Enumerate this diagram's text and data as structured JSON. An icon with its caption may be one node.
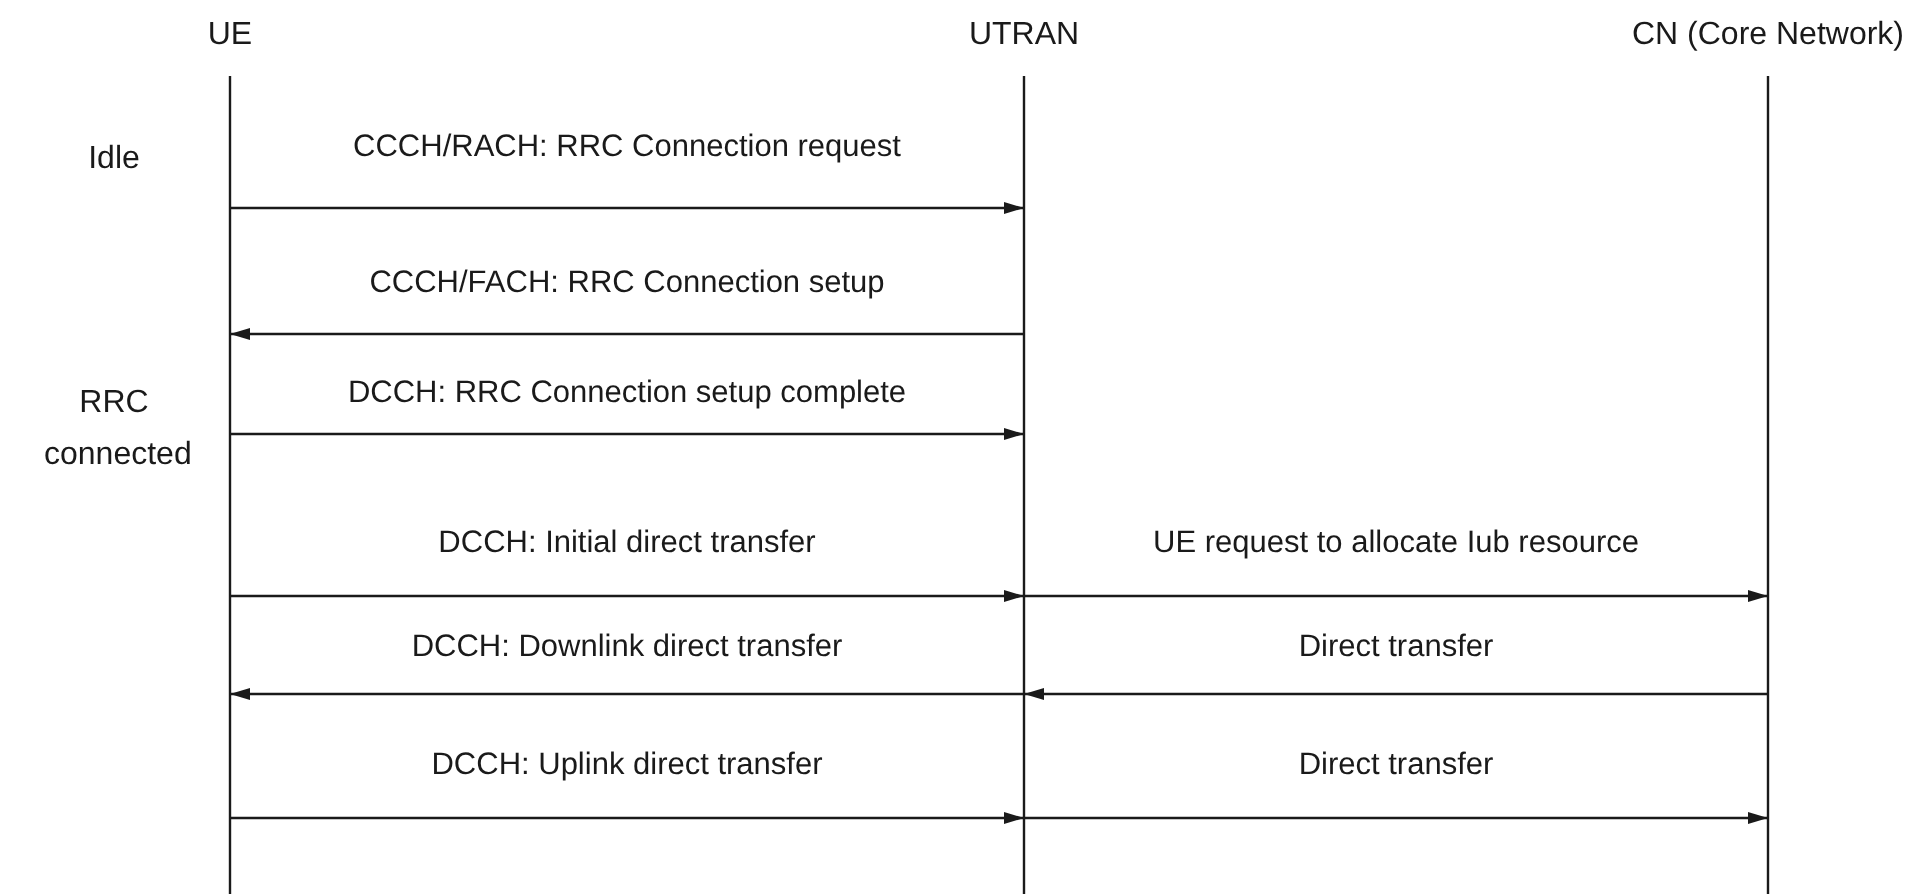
{
  "diagram": {
    "nodes": [
      {
        "text": [
          "UE"
        ]
      },
      {
        "text": [
          "UTRAN"
        ]
      },
      {
        "text": [
          "CN (Core Network)"
        ]
      }
    ],
    "edges": [
      {
        "from": 0,
        "to": 1,
        "arrow": "to",
        "label": "CCCH/RACH: RRC Connection request"
      },
      {
        "from": 1,
        "to": 0,
        "arrow": "to",
        "label": "CCCH/FACH: RRC Connection setup"
      },
      {
        "from": 0,
        "to": 1,
        "arrow": "to",
        "label": "DCCH: RRC Connection setup complete"
      },
      {
        "from": 0,
        "to": 1,
        "arrow": "to",
        "label": "DCCH: Initial direct transfer"
      },
      {
        "from": 1,
        "to": 2,
        "arrow": "to",
        "label": "UE request to allocate Iub resource"
      },
      {
        "from": 1,
        "to": 0,
        "arrow": "to",
        "label": "DCCH: Downlink direct transfer"
      },
      {
        "from": 2,
        "to": 1,
        "arrow": "to",
        "label": "Direct transfer"
      },
      {
        "from": 0,
        "to": 1,
        "arrow": "to",
        "label": "DCCH: Uplink direct transfer"
      },
      {
        "from": 1,
        "to": 2,
        "arrow": "to",
        "label": "Direct transfer"
      }
    ],
    "labels": [
      "Idle",
      "RRC connected"
    ]
  }
}
